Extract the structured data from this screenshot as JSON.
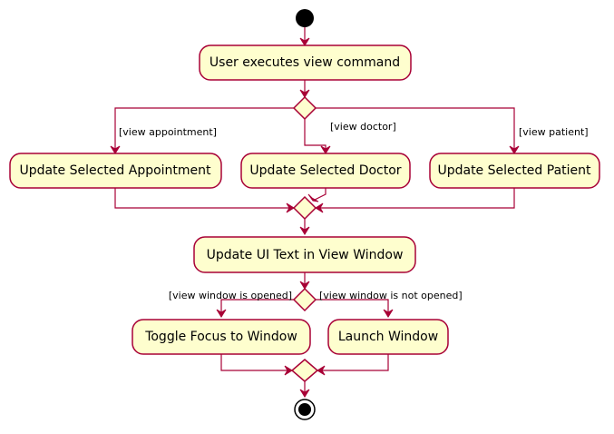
{
  "activities": {
    "execute": "User executes view command",
    "appointment": "Update Selected Appointment",
    "doctor": "Update Selected Doctor",
    "patient": "Update Selected Patient",
    "update_ui": "Update UI Text in View Window",
    "toggle_focus": "Toggle Focus to Window",
    "launch": "Launch Window"
  },
  "guards": {
    "view_appointment": "[view appointment]",
    "view_doctor": "[view doctor]",
    "view_patient": "[view patient]",
    "window_opened": "[view window is opened]",
    "window_not_opened": "[view window is not opened]"
  },
  "colors": {
    "activity_fill": "#FEFECE",
    "border": "#A80036",
    "node": "#000000"
  }
}
